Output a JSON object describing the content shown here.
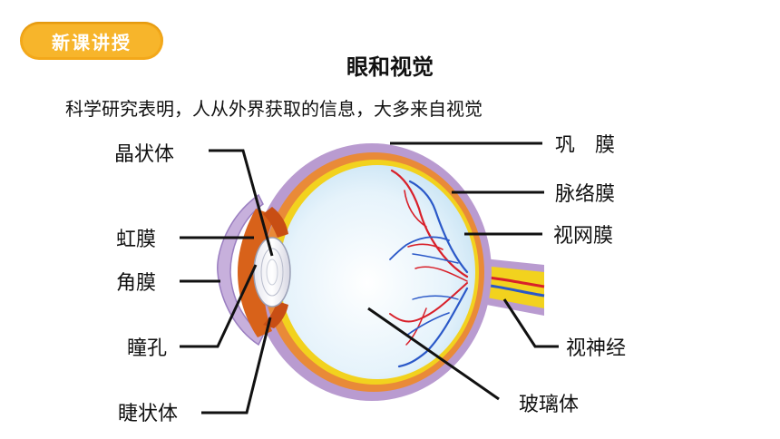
{
  "badge": {
    "label": "新课讲授"
  },
  "heading": {
    "title": "眼和视觉",
    "subtitle": "科学研究表明，人从外界获取的信息，大多来自视觉"
  },
  "labels": {
    "lens": "晶状体",
    "iris": "虹膜",
    "cornea": "角膜",
    "pupil": "瞳孔",
    "ciliary": "睫状体",
    "sclera": "巩　膜",
    "choroid": "脉络膜",
    "retina": "视网膜",
    "optic_nerve": "视神经",
    "vitreous": "玻璃体"
  },
  "colors": {
    "badge": "#f7b52b",
    "sclera": "#b99bd0",
    "choroid": "#d86a1e",
    "retina": "#f2d21e",
    "vitreous": "#e8f4fb",
    "artery": "#d8202a",
    "vein": "#2a58c8"
  }
}
